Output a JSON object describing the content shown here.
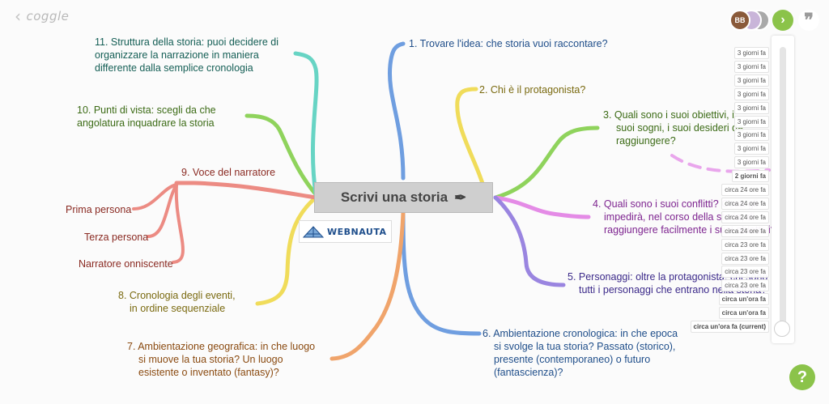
{
  "app": {
    "logo_text": "coggle",
    "back_glyph": "‹"
  },
  "central": {
    "title": "Scrivi una storia",
    "icon": "✒"
  },
  "brand_label": "WEBNAUTA",
  "branches": [
    {
      "id": "b1",
      "color": "#6f9ee0",
      "text_color": "#1f4e8a",
      "lines": [
        "1. Trovare l'idea: che storia vuoi raccontare?"
      ]
    },
    {
      "id": "b2",
      "color": "#f0dc5a",
      "text_color": "#7a6a10",
      "lines": [
        "2. Chi è il protagonista?"
      ]
    },
    {
      "id": "b3",
      "color": "#8fd35c",
      "text_color": "#3c6b16",
      "lines": [
        "3. Quali sono i suoi obiettivi, i",
        "suoi sogni, i suoi desideri da",
        "raggiungere?"
      ]
    },
    {
      "id": "b4",
      "color": "#e48be6",
      "text_color": "#7e2590",
      "lines": [
        "4. Quali sono i suoi conflitti? Cosa gli",
        "impedirà, nel corso della storia, di",
        "raggiungere facilmente i suoi obiettivi?"
      ]
    },
    {
      "id": "b5",
      "color": "#9a85e0",
      "text_color": "#3c2a8a",
      "lines": [
        "5. Personaggi: oltre la protagonista, chi sono",
        "tutti i personaggi che entrano nella storia?"
      ]
    },
    {
      "id": "b6",
      "color": "#6f9ee0",
      "text_color": "#1f4e8a",
      "lines": [
        "6. Ambientazione cronologica: in che epoca",
        "si svolge la tua storia? Passato (storico),",
        "presente (contemporaneo) o futuro",
        "(fantascienza)?"
      ]
    },
    {
      "id": "b7",
      "color": "#f0a46b",
      "text_color": "#8a4a10",
      "lines": [
        "7. Ambientazione geografica: in che luogo",
        "si muove la tua storia? Un luogo",
        "esistente o inventato (fantasy)?"
      ]
    },
    {
      "id": "b8",
      "color": "#f0dc5a",
      "text_color": "#7a6a10",
      "lines": [
        "8. Cronologia degli eventi,",
        "in ordine sequenziale"
      ]
    },
    {
      "id": "b9",
      "color": "#ec8b83",
      "text_color": "#8a2a22",
      "lines": [
        "9. Voce del narratore"
      ]
    },
    {
      "id": "b9a",
      "color": "#ec8b83",
      "text_color": "#8a2a22",
      "lines": [
        "Prima persona"
      ]
    },
    {
      "id": "b9b",
      "color": "#ec8b83",
      "text_color": "#8a2a22",
      "lines": [
        "Terza persona"
      ]
    },
    {
      "id": "b9c",
      "color": "#ec8b83",
      "text_color": "#8a2a22",
      "lines": [
        "Narratore onniscente"
      ]
    },
    {
      "id": "b10",
      "color": "#8fd35c",
      "text_color": "#3c6b16",
      "lines": [
        "10. Punti di vista: scegli da che",
        "angolatura inquadrare la storia"
      ]
    },
    {
      "id": "b11",
      "color": "#67d4c4",
      "text_color": "#145e55",
      "lines": [
        "11. Struttura della storia: puoi decidere di",
        "organizzare la narrazione in maniera",
        "differente dalla semplice cronologia"
      ]
    }
  ],
  "toolbar": {
    "avatar_initials": "BB",
    "next_glyph": "›",
    "quote_glyph": "❞",
    "help_glyph": "?"
  },
  "history": [
    "3 giorni fa",
    "3 giorni fa",
    "3 giorni fa",
    "3 giorni fa",
    "3 giorni fa",
    "3 giorni fa",
    "3 giorni fa",
    "3 giorni fa",
    "3 giorni fa",
    "2 giorni fa",
    "circa 24 ore fa",
    "circa 24 ore fa",
    "circa 24 ore fa",
    "circa 24 ore fa",
    "circa 23 ore fa",
    "circa 23 ore fa",
    "circa 23 ore fa",
    "circa 23 ore fa",
    "circa un'ora fa",
    "circa un'ora fa",
    "circa un'ora fa (current)"
  ]
}
